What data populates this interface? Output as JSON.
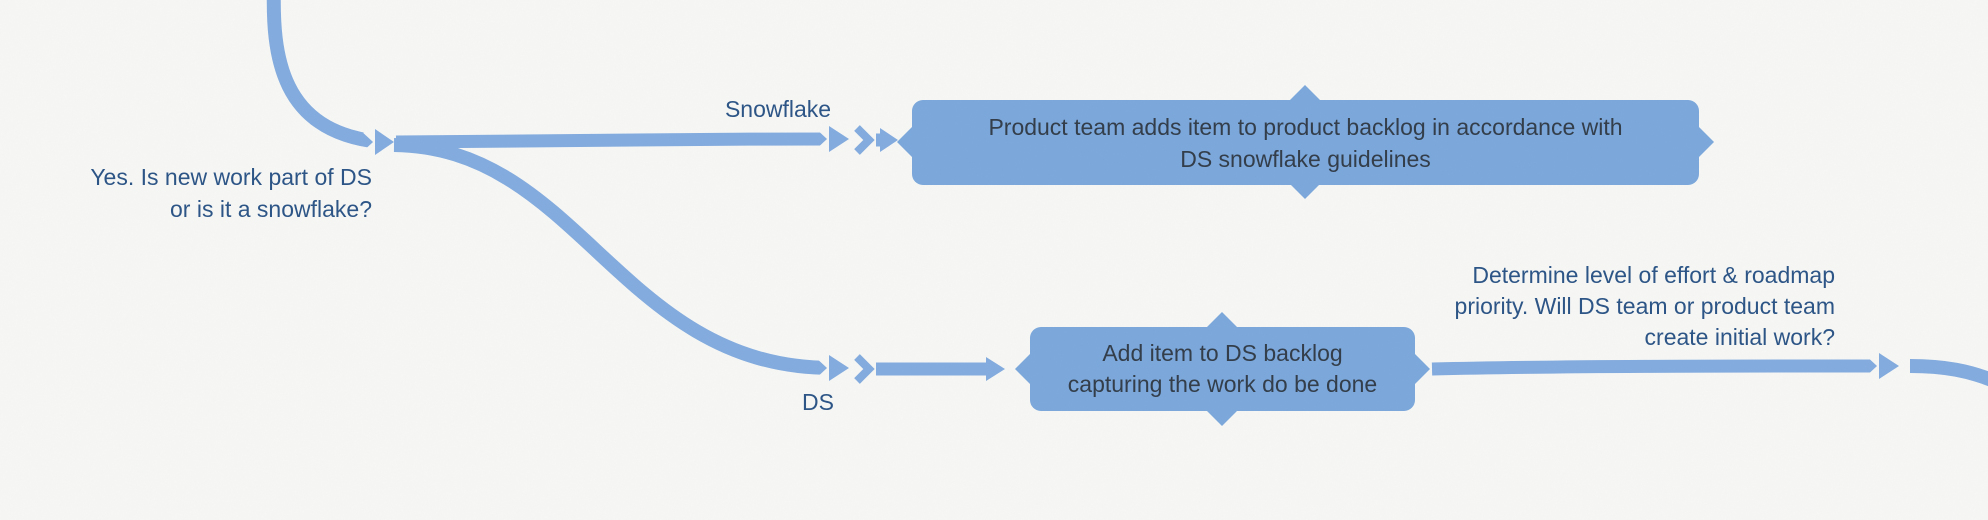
{
  "palette": {
    "background": "#f6f7f5",
    "connector_blue": "#83abde",
    "node_fill": "#7ba7db",
    "node_text": "#333e4a",
    "label_text": "#2d5586"
  },
  "labels": {
    "yes_question": {
      "lines": [
        "Yes. Is new work part of DS",
        "or is it a snowflake?"
      ]
    },
    "snowflake_branch": {
      "text": "Snowflake"
    },
    "ds_branch": {
      "text": "DS"
    },
    "determine_next": {
      "lines": [
        "Determine level of effort & roadmap",
        "priority. Will DS team or product team",
        "create initial work?"
      ]
    }
  },
  "nodes": {
    "product_backlog": {
      "lines": [
        "Product team adds item to product backlog in accordance with",
        "DS snowflake guidelines"
      ]
    },
    "ds_backlog": {
      "lines": [
        "Add item to DS backlog",
        "capturing the work do be done"
      ]
    }
  }
}
